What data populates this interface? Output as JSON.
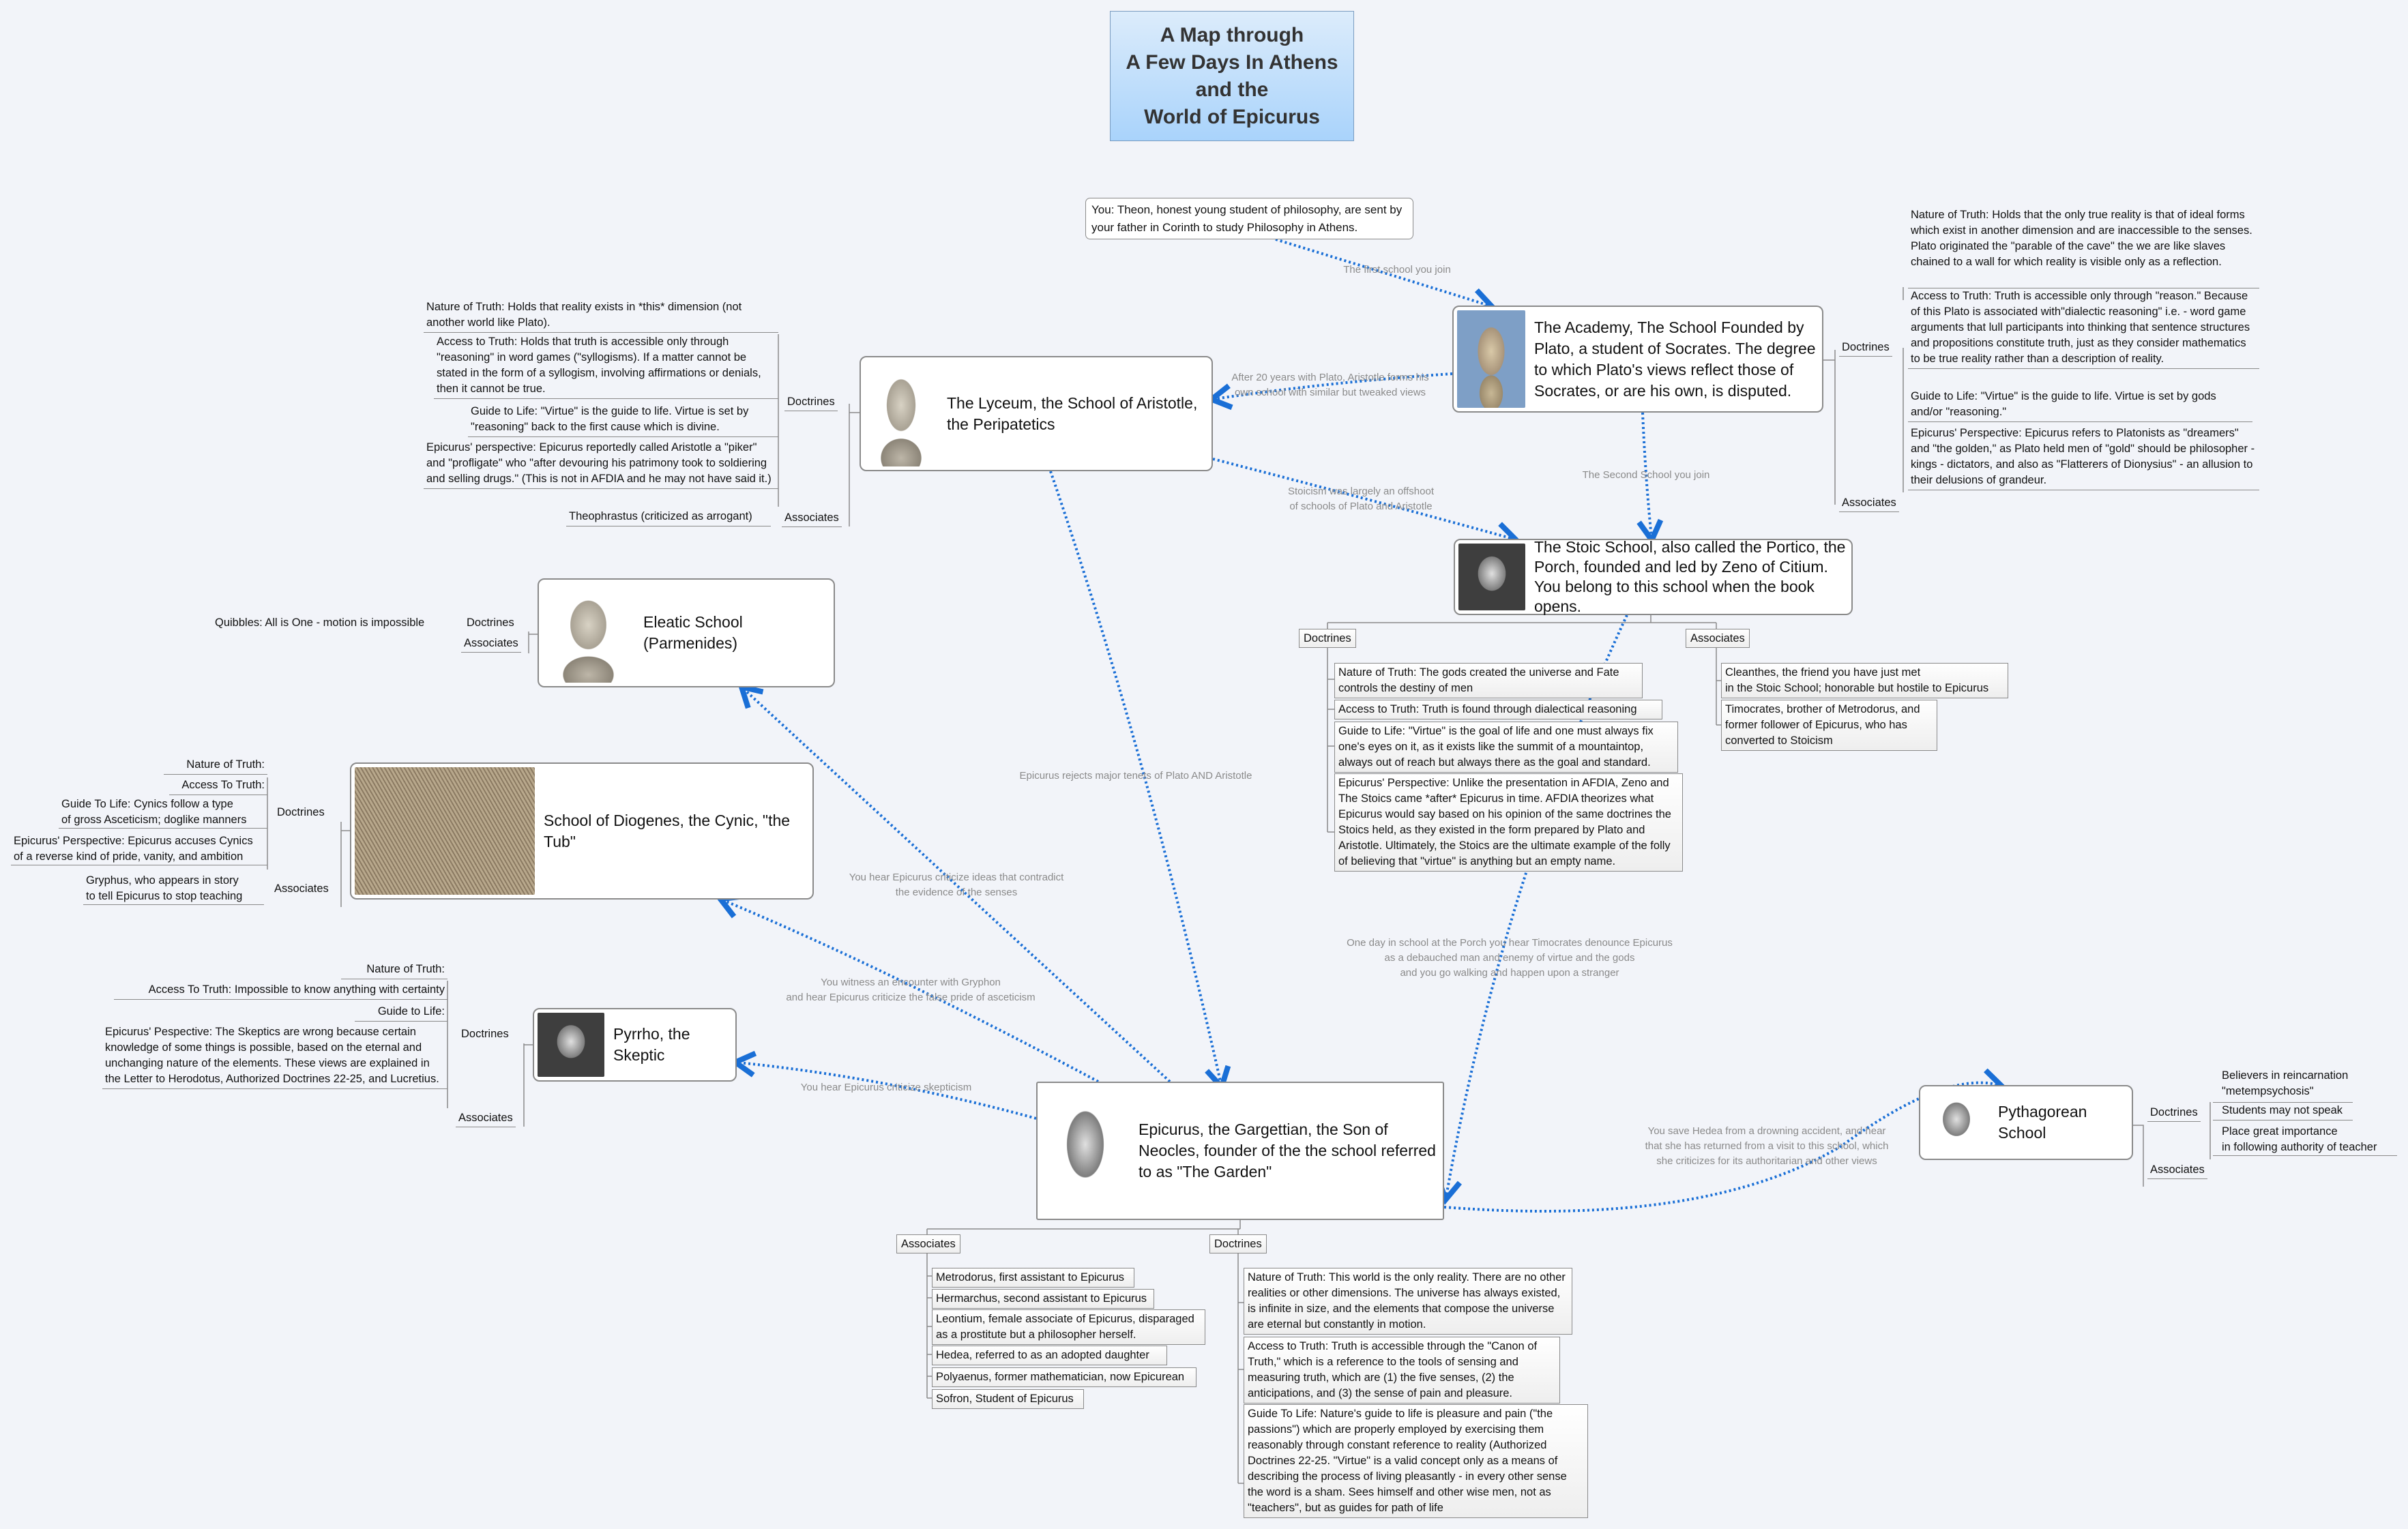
{
  "title": {
    "lines": [
      "A Map through",
      "A Few Days In Athens",
      "and the",
      "World of Epicurus"
    ]
  },
  "intro": "You: Theon, honest young student of philosophy, are sent by your father in Corinth to study Philosophy in Athens.",
  "labels": {
    "doctrines": "Doctrines",
    "associates": "Associates"
  },
  "nodes": {
    "academy": {
      "title": "The Academy, The School Founded by Plato, a student of Socrates.  The degree to which Plato's views reflect those of Socrates, or are his own, is disputed.",
      "doctrines": [
        "Nature of Truth:  Holds that the only true reality is that of ideal forms which exist in another dimension and are inaccessible to the senses.  Plato originated the \"parable of the cave\" the we are like slaves chained to a wall for which reality is visible only as a reflection.",
        "Access to Truth:  Truth is accessible only through \"reason.\"  Because of this Plato is associated with\"dialectic reasoning\" i.e. - word game arguments that lull participants into thinking that sentence structures and propositions constitute truth, just as they consider mathematics to be true reality rather than a description of reality.",
        "Guide to Life:  \"Virtue\" is the guide to life.  Virtue is set by gods and/or \"reasoning.\"",
        "Epicurus' Perspective:  Epicurus refers to Platonists as \"dreamers\" and \"the golden,\" as Plato held men of \"gold\" should be philosopher -  kings - dictators, and also as \"Flatterers of Dionysius\" - an allusion to their delusions of grandeur."
      ]
    },
    "lyceum": {
      "title": "The Lyceum, the School of Aristotle, the Peripatetics",
      "doctrines": [
        "Nature of Truth:  Holds that reality exists in *this* dimension (not another world like Plato).",
        "Access to Truth:  Holds that truth is accessible only through \"reasoning\" in word games (\"syllogisms).  If a matter cannot be stated in the form of a syllogism, involving affirmations or denials, then it cannot be true.",
        "Guide to Life: \"Virtue\" is the guide to life. Virtue is set by \"reasoning\" back to the first cause which is divine.",
        "Epicurus' perspective:  Epicurus reportedly called Aristotle a \"piker\" and \"profligate\" who \"after devouring his patrimony took to soldiering and selling drugs.\" (This is not in AFDIA and he may not have said it.)"
      ],
      "associates": [
        "Theophrastus (criticized as arrogant)"
      ]
    },
    "stoic": {
      "title": "The Stoic School, also called the Portico, the Porch, founded and led by Zeno of Citium.  You belong to this school when the book opens.",
      "doctrines": [
        "Nature of Truth:  The gods created the universe and Fate controls the destiny of men",
        "Access to Truth:  Truth is found through dialectical reasoning",
        "Guide to Life:  \"Virtue\" is the goal of life and one must always fix one's eyes on it, as it exists like the summit of a mountaintop, always out of reach but always there as the goal and standard.",
        "Epicurus' Perspective:  Unlike the presentation in AFDIA, Zeno and The Stoics came *after* Epicurus in time.  AFDIA theorizes what Epicurus would say based on his opinion of the same doctrines the Stoics held, as they existed in the form prepared by Plato and Aristotle.  Ultimately, the Stoics are the ultimate example of the folly of believing that \"virtue\" is anything but an empty name."
      ],
      "associates": [
        "Cleanthes, the friend you have just met\nin the Stoic School; honorable but hostile to Epicurus",
        "Timocrates, brother of Metrodorus, and former follower of Epicurus, who has converted to Stoicism"
      ]
    },
    "eleatic": {
      "title": "Eleatic School (Parmenides)",
      "doctrines": [
        "Quibbles:  All is One -  motion is impossible"
      ]
    },
    "diogenes": {
      "title": "School of Diogenes, the Cynic, \"the Tub\"",
      "doctrines": [
        "Nature of Truth:",
        "Access To Truth:",
        "Guide To Life:  Cynics follow a type\nof gross Asceticism; doglike manners",
        "Epicurus' Perspective:  Epicurus accuses Cynics\nof a reverse kind of pride, vanity, and ambition"
      ],
      "associates": [
        "Gryphus, who appears in story\nto tell Epicurus to stop teaching"
      ]
    },
    "pyrrho": {
      "title": "Pyrrho, the Skeptic",
      "doctrines": [
        "Nature of Truth:",
        "Access To Truth:  Impossible to know anything with certainty",
        "Guide to Life:",
        "Epicurus' Pespective:  The Skeptics are wrong because certain knowledge of some things is possible, based on the eternal and unchanging nature of the elements.  These views are explained in the Letter to Herodotus, Authorized Doctrines 22-25, and Lucretius."
      ]
    },
    "epicurus": {
      "title": "Epicurus, the Gargettian, the Son of Neocles, founder of the the school referred to as \"The Garden\"",
      "associates": [
        "Metrodorus, first assistant to Epicurus",
        "Hermarchus, second assistant to Epicurus",
        "Leontium, female associate of Epicurus, disparaged as a prostitute but a philosopher herself.",
        "Hedea, referred to as an adopted daughter",
        "Polyaenus, former mathematician, now Epicurean",
        "Sofron, Student of Epicurus"
      ],
      "doctrines": [
        "Nature of Truth:  This world is the only reality.  There are no other realities or other dimensions.  The universe has always existed, is infinite in size, and the elements that compose the universe are eternal but constantly in motion.",
        "Access to Truth:  Truth is accessible through the \"Canon of Truth,\" which is a reference to the tools of sensing and measuring truth, which are (1) the five senses, (2) the anticipations, and (3) the sense of pain and pleasure.",
        "Guide To Life:  Nature's guide to life is pleasure and pain (\"the passions\") which are properly employed by exercising them reasonably through constant reference to reality (Authorized Doctrines 22-25.  \"Virtue\" is a valid concept only as a means of describing the process of living pleasantly - in every other sense the word is a sham. Sees himself and other wise men, not as \"teachers\", but as guides for path of life"
      ]
    },
    "pythagorean": {
      "title": "Pythagorean School",
      "doctrines": [
        "Believers in reincarnation\n\"metempsychosis\"",
        "Students may not speak",
        "Place great importance\nin following authority of teacher"
      ]
    }
  },
  "connectors": [
    "The first school you join",
    "After 20 years with Plato, Aristotle forms his\nown school with similar but tweaked views",
    "The Second School you join",
    "Stoicism was largely an offshoot\nof schools of Plato and Aristotle",
    "Epicurus rejects major tenets of Plato AND Aristotle",
    "One day in school at the Porch you hear Timocrates denounce  Epicurus\nas a debauched man and enemy of virtue and the gods\nand you go walking and happen upon a stranger",
    "You hear Epicurus criticize ideas that contradict\nthe evidence of the senses",
    "You witness an encounter with Gryphon\nand hear Epicurus criticize the false pride of asceticism",
    "You hear Epicurus criticize skepticism",
    "You save Hedea from a drowning accident, and hear\nthat she has returned from a visit to this school, which\nshe criticizes for its authoritarian and other views"
  ],
  "colors": {
    "connector": "#1a6fd6",
    "tree_line": "#8a8a8a",
    "background": "#f2f4f9",
    "title_gradient_top": "#dcecfb",
    "title_gradient_bottom": "#a9d3fb",
    "connector_label": "#8a8a8a"
  }
}
